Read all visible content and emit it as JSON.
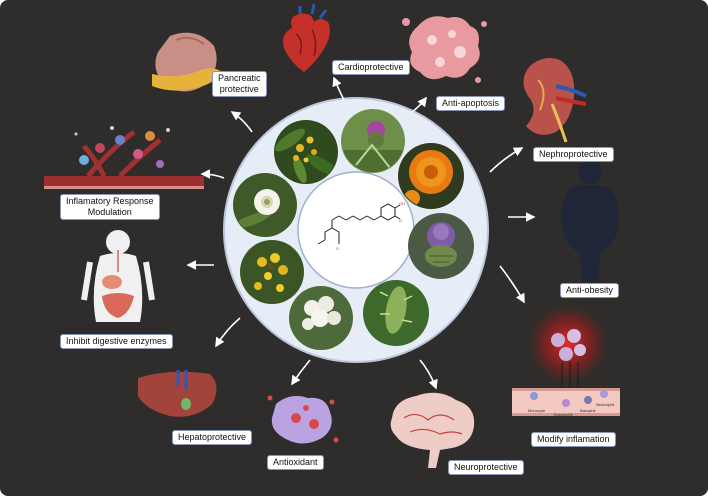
{
  "labels": {
    "pancreatic": "Pancreatic\nprotective",
    "cardio": "Cardioprotective",
    "apoptosis": "Anti-apoptosis",
    "nephro": "Nephroprotective",
    "inflam_mod": "Inflamatory Response\nModulation",
    "obesity": "Anti-obesity",
    "digestive": "Inhibit digestive enzymes",
    "modify_inflam": "Modify inflamation",
    "hepato": "Hepatoprotective",
    "antioxidant": "Antioxidant",
    "neuro": "Neuroprotective"
  },
  "cell_labels": {
    "monocyte": "Monocyte",
    "eosinophil": "Eosinophil",
    "basophil": "Basophil",
    "neutrophil": "Neutrophil"
  },
  "colors": {
    "background": "#2e2d2b",
    "circle_fill": "#e7edf6",
    "label_border": "#8a96b8"
  }
}
